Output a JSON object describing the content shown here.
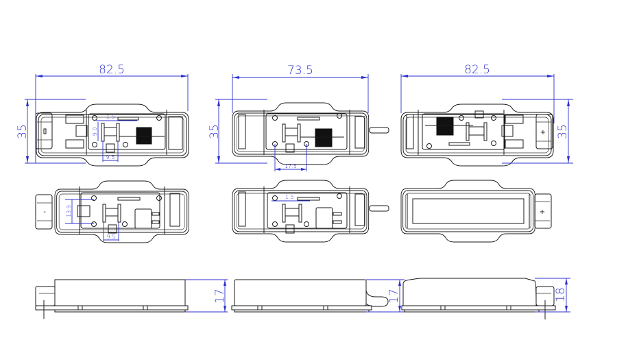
{
  "drawing": {
    "description": "Technical drawing of a junction box enclosure, six plan views and three side elevations with dimensions (mm)",
    "dimension_color": "#2b2fd1",
    "line_color": "#1a1a1a"
  },
  "views": {
    "top_left": {
      "width_label": "82.5",
      "height_label": "35",
      "pin_spacing": "9.5",
      "pin_height": "9.0",
      "pin_gap": "1.5"
    },
    "top_middle": {
      "width_label": "73.5",
      "height_label": "35",
      "hole_spacing": "17.5"
    },
    "top_right": {
      "width_label": "82.5",
      "height_label": "35",
      "connector_symbol": "+"
    },
    "mid_left": {
      "hole_spacing": "13.9",
      "pin_spacing": "9.5",
      "connector_symbol": "-"
    },
    "mid_middle": {
      "pin_gap": "1.5"
    },
    "mid_right": {
      "connector_symbol": "+"
    },
    "side_left": {
      "height_label": "17"
    },
    "side_middle": {
      "height_label": "17"
    },
    "side_right": {
      "height_label": "18"
    }
  }
}
